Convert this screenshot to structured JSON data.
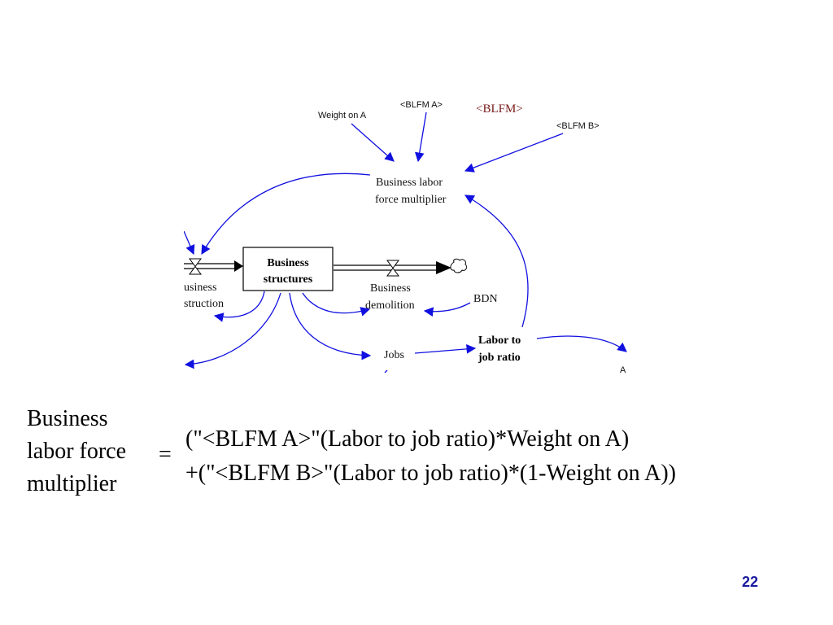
{
  "diagram": {
    "nodes": {
      "weight_on_a": "Weight on A",
      "blfm_a": "<BLFM A>",
      "blfm": "<BLFM>",
      "blfm_b": "<BLFM B>",
      "business_labor_force_multiplier_line1": "Business labor",
      "business_labor_force_multiplier_line2": "force multiplier",
      "business_structures_line1": "Business",
      "business_structures_line2": "structures",
      "business_construction_line1": "usiness",
      "business_construction_line2": "struction",
      "business_demolition_line1": "Business",
      "business_demolition_line2": "demolition",
      "bdn": "BDN",
      "jobs": "Jobs",
      "labor_to_job_ratio_line1": "Labor to",
      "labor_to_job_ratio_line2": "job ratio",
      "cut_label_a": "A"
    },
    "colors": {
      "link": "#1010e0",
      "blfm_label": "#7a1a1a",
      "page_number": "#1a1aa0"
    }
  },
  "equation": {
    "lhs_line1": "Business",
    "lhs_line2": "labor force",
    "lhs_line3": "multiplier",
    "equals": "=",
    "rhs_line1": "(\"<BLFM A>\"(Labor to job ratio)*Weight on A)",
    "rhs_line2": "+(\"<BLFM B>\"(Labor to job ratio)*(1-Weight on A))"
  },
  "page_number": "22"
}
